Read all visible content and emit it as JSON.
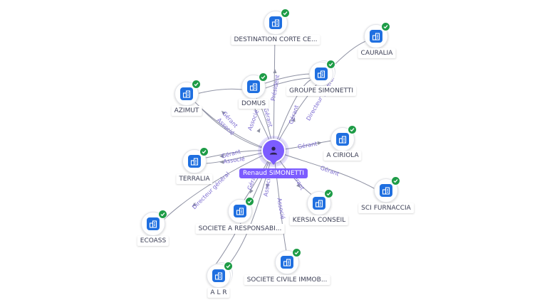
{
  "center_person": {
    "name": "Renaud SIMONETTI",
    "color": "#7c5cff",
    "icon": "user-icon"
  },
  "companies": [
    {
      "id": "destination",
      "name": "DESTINATION CORTE CE...",
      "icon": "building-icon",
      "verified": true
    },
    {
      "id": "cauralia",
      "name": "CAURALIA",
      "icon": "building-icon",
      "verified": true
    },
    {
      "id": "groupe",
      "name": "GROUPE SIMONETTI",
      "icon": "building-icon",
      "verified": true
    },
    {
      "id": "domus",
      "name": "DOMUS",
      "icon": "building-icon",
      "verified": true
    },
    {
      "id": "azimut",
      "name": "AZIMUT",
      "icon": "building-icon",
      "verified": true
    },
    {
      "id": "terralia",
      "name": "TERRALIA",
      "icon": "building-icon",
      "verified": true
    },
    {
      "id": "aciriola",
      "name": "A CIRIOLA",
      "icon": "building-icon",
      "verified": true
    },
    {
      "id": "scifurnaccia",
      "name": "SCI FURNACCIA",
      "icon": "building-icon",
      "verified": true
    },
    {
      "id": "kersia",
      "name": "KERSIA CONSEIL",
      "icon": "building-icon",
      "verified": true
    },
    {
      "id": "sarl",
      "name": "SOCIETE A RESPONSABI...",
      "icon": "building-icon",
      "verified": true
    },
    {
      "id": "ecoass",
      "name": "ECOASS",
      "icon": "building-icon",
      "verified": true
    },
    {
      "id": "sci_immo",
      "name": "SOCIETE CIVILE IMMOB...",
      "icon": "building-icon",
      "verified": true
    },
    {
      "id": "alr",
      "name": "A L R",
      "icon": "building-icon",
      "verified": true
    }
  ],
  "edges": [
    {
      "id": "destination",
      "label": "Président"
    },
    {
      "id": "cauralia",
      "label": "Directeur général"
    },
    {
      "id": "groupe",
      "label": "Gérant"
    },
    {
      "id": "domus",
      "label": "Gérant"
    },
    {
      "id": "domus2",
      "label": "Associé"
    },
    {
      "id": "azimut",
      "label": "Gérant"
    },
    {
      "id": "azimut2",
      "label": "Associé"
    },
    {
      "id": "terralia",
      "label": "Gérant"
    },
    {
      "id": "terralia2",
      "label": "Associé"
    },
    {
      "id": "aciriola",
      "label": "Gérant"
    },
    {
      "id": "scifurnaccia",
      "label": "Gérant"
    },
    {
      "id": "kersia",
      "label": "Gérant"
    },
    {
      "id": "sarl",
      "label": "Gérant"
    },
    {
      "id": "sci_immo",
      "label": "Associé"
    },
    {
      "id": "ecoass",
      "label": "Directeur général"
    },
    {
      "id": "alr",
      "label": "Associé"
    }
  ],
  "colors": {
    "company_tile": "#1f6fe0",
    "verified_badge": "#1e9c47",
    "edge": "#8e91a3",
    "edge_label": "#7b6ad0"
  }
}
